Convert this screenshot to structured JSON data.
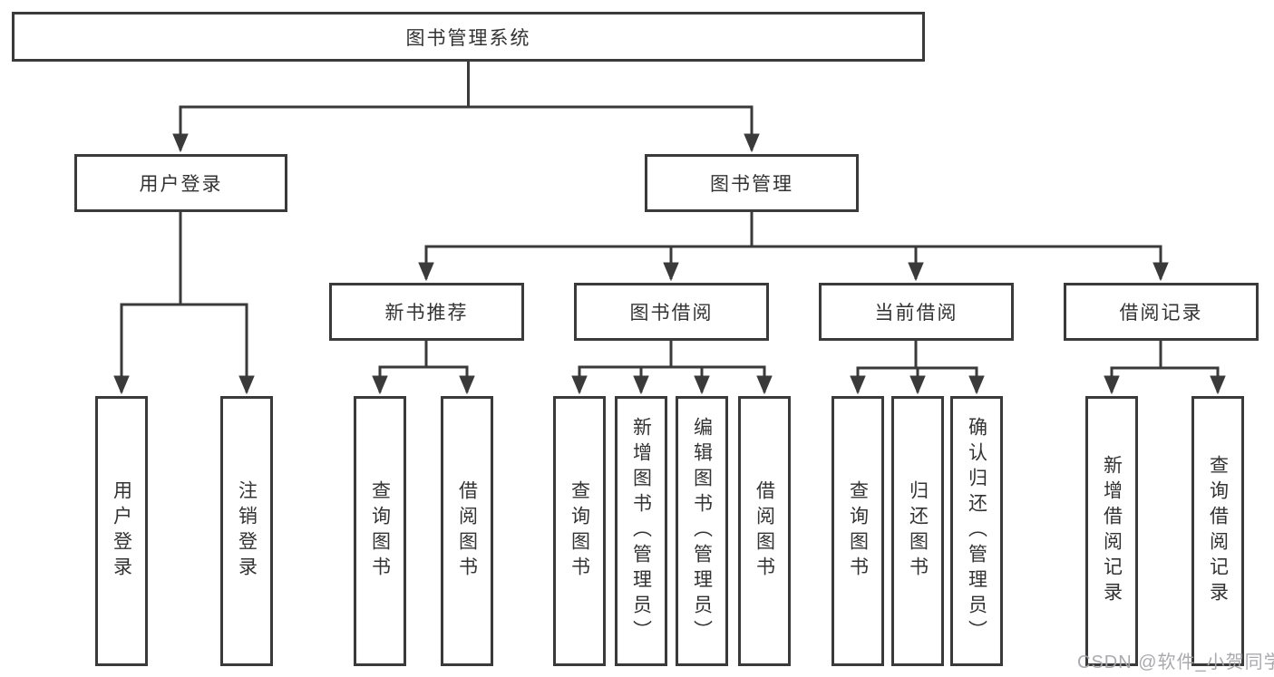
{
  "diagram": {
    "tree": {
      "label": "图书管理系统",
      "children": [
        {
          "label": "用户登录",
          "children": [
            {
              "label": "用户登录"
            },
            {
              "label": "注销登录"
            }
          ]
        },
        {
          "label": "图书管理",
          "children": [
            {
              "label": "新书推荐",
              "children": [
                {
                  "label": "查询图书"
                },
                {
                  "label": "借阅图书"
                }
              ]
            },
            {
              "label": "图书借阅",
              "children": [
                {
                  "label": "查询图书"
                },
                {
                  "label": "新增图书（管理员）"
                },
                {
                  "label": "编辑图书（管理员）"
                },
                {
                  "label": "借阅图书"
                }
              ]
            },
            {
              "label": "当前借阅",
              "children": [
                {
                  "label": "查询图书"
                },
                {
                  "label": "归还图书"
                },
                {
                  "label": "确认归还（管理员）"
                }
              ]
            },
            {
              "label": "借阅记录",
              "children": [
                {
                  "label": "新增借阅记录"
                },
                {
                  "label": "查询借阅记录"
                }
              ]
            }
          ]
        }
      ]
    }
  },
  "watermark": "CSDN @软件_小贺同学",
  "colors": {
    "line": "#3a3a3a",
    "text": "#333333",
    "box_background": "#ffffff",
    "watermark": "#a5a5aa",
    "background": "#ffffff"
  }
}
